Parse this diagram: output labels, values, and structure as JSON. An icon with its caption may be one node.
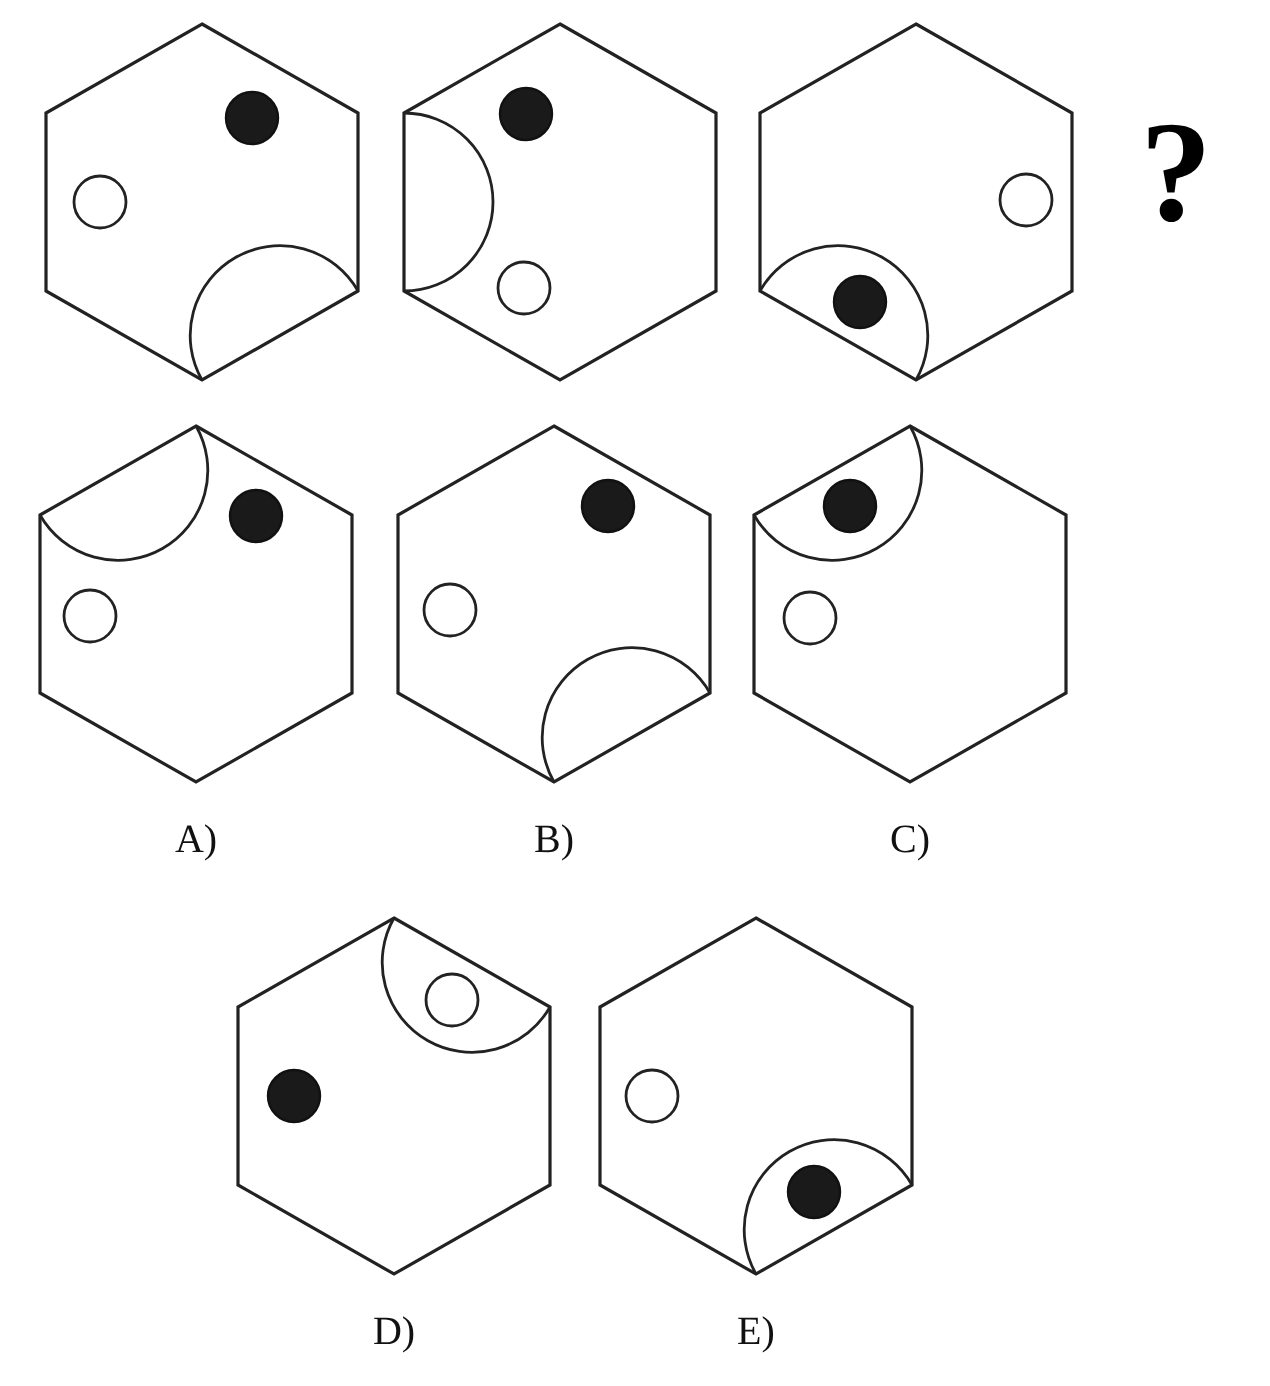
{
  "diagram": {
    "nodes": [
      {
        "text": [],
        "shape": "hexagon"
      },
      {
        "text": [],
        "shape": "hexagon"
      },
      {
        "text": [],
        "shape": "hexagon"
      },
      {
        "text": [],
        "shape": "hexagon",
        "beside": [
          "A)"
        ]
      },
      {
        "text": [],
        "shape": "hexagon",
        "beside": [
          "B)"
        ]
      },
      {
        "text": [],
        "shape": "hexagon",
        "beside": [
          "C)"
        ]
      },
      {
        "text": [],
        "shape": "hexagon",
        "beside": [
          "D)"
        ]
      },
      {
        "text": [],
        "shape": "hexagon",
        "beside": [
          "E)"
        ]
      }
    ],
    "edges": [],
    "labels": [
      "?"
    ]
  }
}
